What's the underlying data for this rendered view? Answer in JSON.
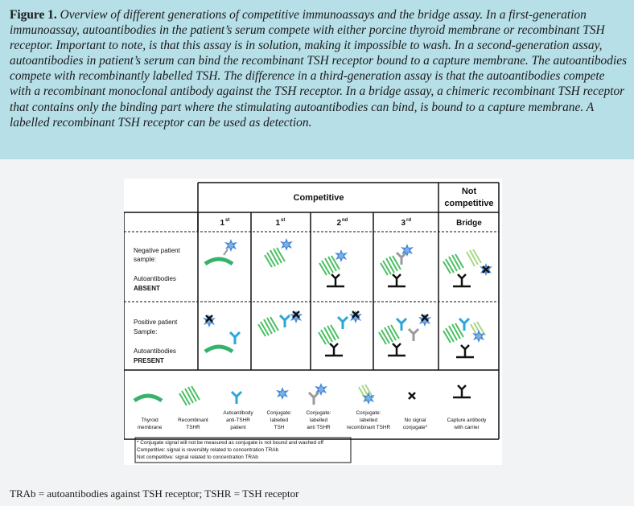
{
  "caption": {
    "label": "Figure 1.",
    "text": "Overview of different generations of competitive immunoassays and the bridge assay. In a first-generation immunoassay, autoantibodies in the patient’s serum compete with either porcine thyroid membrane or recombinant TSH receptor. Important to note, is that this assay is in solution, making it impossible to wash. In a second-generation assay, autoantibodies in patient’s serum can bind the recombinant TSH receptor bound to a capture membrane. The autoantibodies compete with recombinantly labelled TSH. The difference in a third-generation assay is that the autoantibodies compete with a recombinant monoclonal antibody against the TSH receptor. In a bridge assay, a chimeric recombinant TSH receptor that contains only the binding part where the stimulating autoantibodies can bind, is bound to a capture membrane. A labelled recombinant TSH receptor can be used as detection."
  },
  "diagram": {
    "header_competitive": "Competitive",
    "header_not_competitive_1": "Not",
    "header_not_competitive_2": "competitive",
    "col_1st_a": "1",
    "col_1st_b": "1",
    "col_2nd": "2",
    "col_3rd": "3",
    "sup_st": "st",
    "sup_nd": "nd",
    "sup_rd": "rd",
    "col_bridge": "Bridge",
    "row1_line1": "Negative patient",
    "row1_line2": "sample:",
    "row1_line3": "Autoantibodies",
    "row1_line4": "ABSENT",
    "row2_line1": "Positive patient",
    "row2_line2": "Sample:",
    "row2_line3": "Autoantibodies",
    "row2_line4": "PRESENT",
    "legend": {
      "thyroid_1": "Thyroid",
      "thyroid_2": "membrane",
      "receptor_1": "Recombinant",
      "receptor_2": "TSHR",
      "auto_1": "Autoantibody",
      "auto_2": "anti-TSHR",
      "auto_3": "patient",
      "conj_tsh_1": "Conjugate:",
      "conj_tsh_2": "labelled",
      "conj_tsh_3": "TSH",
      "conj_anti_1": "Conjugate:",
      "conj_anti_2": "labelled",
      "conj_anti_3": "anti TSHR",
      "conj_rec_1": "Conjugate:",
      "conj_rec_2": "labelled",
      "conj_rec_3": "recombinant TSHR",
      "nosignal_1": "No signal",
      "nosignal_2": "conjugate*",
      "capture_1": "Capture antibody",
      "capture_2": "with carrier"
    },
    "note_1": "* Conjugate signal will not be measured as conjugate is not bound and washed off",
    "note_2": "Competitive: signal is reversibly related to concentration TRAb",
    "note_3": "Not competitive: signal related to concentration TRAb"
  },
  "footnote": "TRAb = autoantibodies against TSH receptor; TSHR = TSH receptor"
}
